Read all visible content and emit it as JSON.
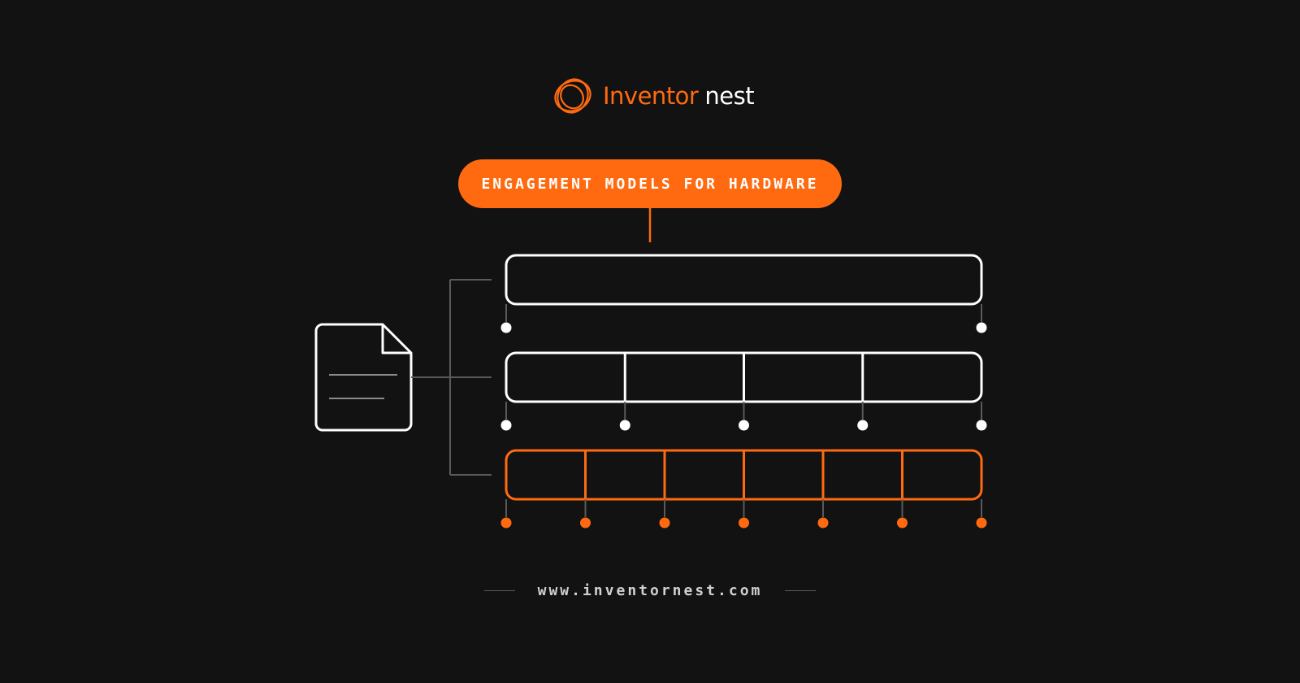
{
  "brand": {
    "name_part1": "Inventor",
    "name_part2": "nest",
    "logo_icon": "orbit-rings-icon"
  },
  "badge": {
    "label": "ENGAGEMENT MODELS FOR HARDWARE"
  },
  "diagram": {
    "source_icon": "document-icon",
    "models": [
      {
        "segments": 1,
        "color": "#ffffff"
      },
      {
        "segments": 4,
        "color": "#ffffff"
      },
      {
        "segments": 6,
        "color": "#ff6a10"
      }
    ]
  },
  "footer": {
    "url": "www.inventornest.com"
  },
  "colors": {
    "background": "#121212",
    "accent": "#ff6a10",
    "connector": "#5a5a5a"
  }
}
